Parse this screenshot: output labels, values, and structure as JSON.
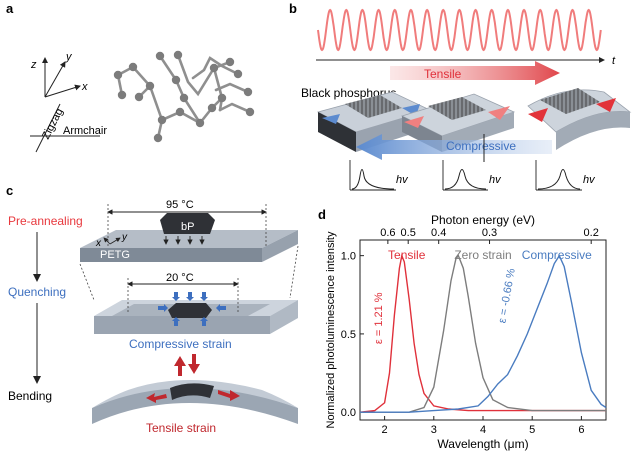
{
  "panels": {
    "a": {
      "letter": "a",
      "axes": {
        "z": "z",
        "y": "y",
        "x": "x"
      },
      "zigzag": "Zigzag",
      "armchair": "Armchair"
    },
    "b": {
      "letter": "b",
      "t_label": "t",
      "material": "Black phosphorus",
      "tensile": "Tensile",
      "compressive": "Compressive",
      "hv": "hv"
    },
    "c": {
      "letter": "c",
      "steps": [
        "Pre-annealing",
        "Quenching",
        "Bending"
      ],
      "temp_hot": "95 °C",
      "temp_cold": "20 °C",
      "bp_label": "bP",
      "substrate": "PETG",
      "axis_x": "x",
      "axis_y": "y",
      "compressive_strain": "Compressive strain",
      "tensile_strain": "Tensile strain"
    },
    "d": {
      "letter": "d"
    }
  },
  "colors": {
    "tensile": "#e0313b",
    "zero": "#7d7d7d",
    "compressive": "#4a7cc0",
    "wave": "#f07c7c",
    "step_red": "#e8383d",
    "step_blue": "#3d6fbf"
  },
  "chart_data": {
    "type": "line",
    "xlabel": "Wavelength (μm)",
    "ylabel": "Normalized photoluminescence intensity",
    "top_axis_label": "Photon energy (eV)",
    "xlim": [
      1.5,
      6.5
    ],
    "ylim": [
      -0.05,
      1.1
    ],
    "x_ticks": [
      2,
      3,
      4,
      5,
      6
    ],
    "y_ticks": [
      0.0,
      0.5,
      1.0
    ],
    "y_tick_labels": [
      "0.0",
      "0.5",
      "1.0"
    ],
    "top_ticks": [
      0.6,
      0.5,
      0.4,
      0.3,
      0.2
    ],
    "top_tick_labels": [
      "0.6",
      "0.5",
      "0.4",
      "0.3",
      "0.2"
    ],
    "series": [
      {
        "name": "Tensile",
        "annotation": "ε = 1.21 %",
        "color": "#e0313b",
        "x": [
          1.5,
          1.8,
          2.0,
          2.1,
          2.2,
          2.3,
          2.35,
          2.4,
          2.5,
          2.6,
          2.7,
          2.8,
          3.0,
          3.3,
          3.7,
          4.5,
          6.5
        ],
        "y": [
          0.0,
          0.01,
          0.06,
          0.25,
          0.62,
          0.92,
          1.0,
          0.96,
          0.72,
          0.44,
          0.24,
          0.12,
          0.04,
          0.02,
          0.01,
          0.01,
          0.01
        ]
      },
      {
        "name": "Zero strain",
        "color": "#7d7d7d",
        "x": [
          1.5,
          2.5,
          2.8,
          3.0,
          3.2,
          3.35,
          3.45,
          3.5,
          3.6,
          3.7,
          3.85,
          4.0,
          4.2,
          4.5,
          5.0,
          6.5
        ],
        "y": [
          0.0,
          0.0,
          0.03,
          0.16,
          0.52,
          0.84,
          0.98,
          1.0,
          0.92,
          0.74,
          0.44,
          0.22,
          0.08,
          0.03,
          0.01,
          0.01
        ]
      },
      {
        "name": "Compressive",
        "annotation": "ε = -0.66 %",
        "color": "#4a7cc0",
        "x": [
          1.5,
          2.5,
          3.0,
          3.5,
          3.9,
          4.1,
          4.3,
          4.5,
          4.7,
          4.9,
          5.1,
          5.3,
          5.45,
          5.55,
          5.65,
          5.8,
          6.0,
          6.2,
          6.4,
          6.5
        ],
        "y": [
          0.0,
          0.0,
          0.01,
          0.02,
          0.04,
          0.1,
          0.18,
          0.24,
          0.36,
          0.5,
          0.66,
          0.82,
          0.95,
          1.0,
          0.93,
          0.7,
          0.38,
          0.14,
          0.05,
          0.03
        ]
      }
    ]
  }
}
